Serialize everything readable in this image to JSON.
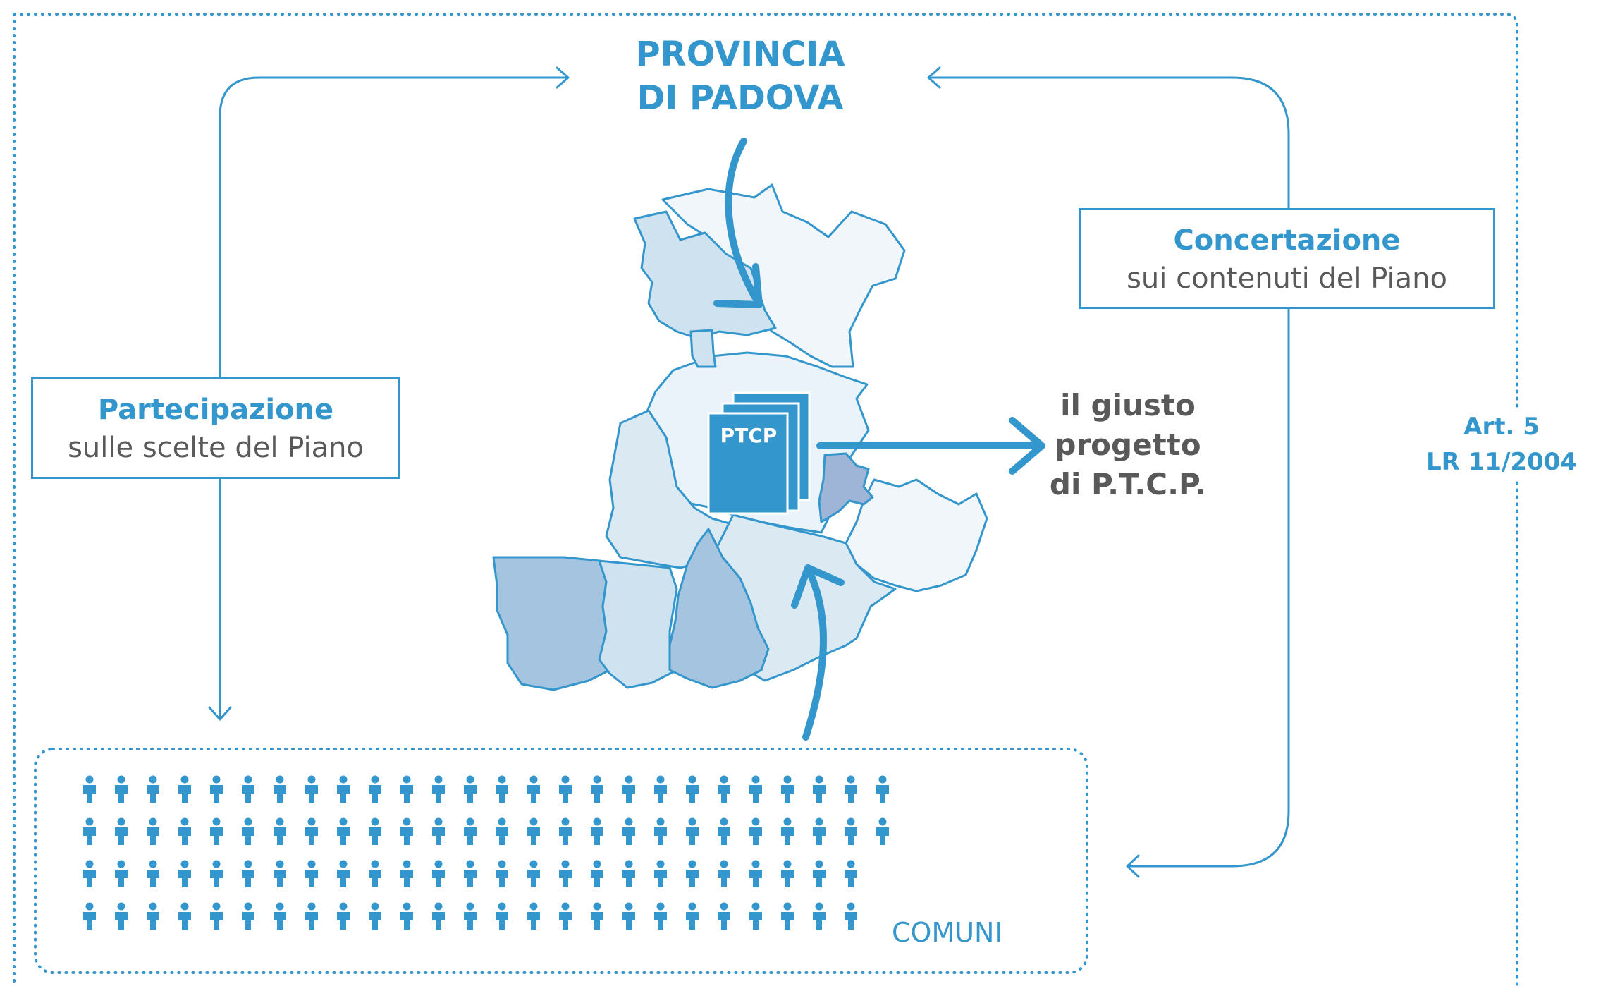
{
  "diagram": {
    "title_line1": "PROVINCIA",
    "title_line2": "DI PADOVA",
    "left_box": {
      "title": "Partecipazione",
      "subtitle": "sulle scelte del Piano"
    },
    "right_box": {
      "title": "Concertazione",
      "subtitle": "sui contenuti  del Piano"
    },
    "outcome": {
      "line1": "il giusto",
      "line2": "progetto",
      "line3": "di P.T.C.P."
    },
    "law": {
      "line1": "Art. 5",
      "line2": "LR 11/2004"
    },
    "document_label": "PTCP",
    "municipalities_label": "COMUNI",
    "people_rows": [
      26,
      26,
      25,
      25
    ],
    "colors": {
      "accent": "#3396cc",
      "text_gray": "#595959",
      "map_light": "#eaf3f9",
      "map_mid": "#cfe2ef",
      "map_dark": "#a5c4df"
    },
    "icons": [
      "person-icon",
      "document-stack-icon",
      "arrow-icon"
    ]
  }
}
